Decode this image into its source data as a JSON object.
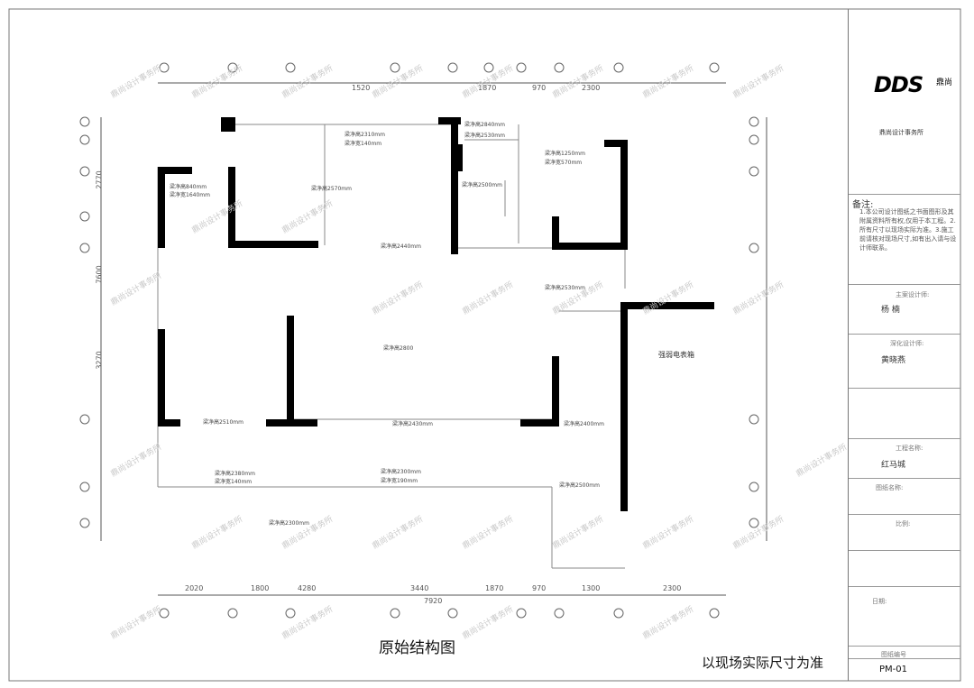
{
  "drawing": {
    "title": "原始结构图",
    "note": "以现场实际尺寸为准",
    "sheet_no": "PM-01",
    "watermark": "鼎尚设计事务所"
  },
  "top_dimensions": [
    "1520",
    "1870",
    "970",
    "2300"
  ],
  "bottom_dimensions": [
    "2020",
    "1800",
    "4280",
    "3440",
    "7920",
    "1870",
    "970",
    "1300",
    "2300"
  ],
  "left_dimensions": [
    "2770",
    "3270",
    "7600"
  ],
  "beams": [
    "梁净高2310mm",
    "梁净宽140mm",
    "梁净高2840mm",
    "梁净高2530mm",
    "梁净高840mm",
    "梁净宽1640mm",
    "梁净高2570mm",
    "梁净高2500mm",
    "梁净高1250mm",
    "梁净宽570mm",
    "梁净高2440mm",
    "梁净高2800",
    "梁净高2530mm",
    "梁净高2400mm",
    "梁净高2510mm",
    "梁净高2430mm",
    "梁净高2380mm",
    "梁净宽140mm",
    "梁净高2300mm",
    "梁净宽190mm",
    "梁净高2500mm",
    "梁净高2300mm"
  ],
  "labels": {
    "meter_box": "强弱电表箱"
  },
  "title_block": {
    "logo": "DDS",
    "logo_side": "鼎尚",
    "company": "鼎尚设计事务所",
    "remarks_label": "备注:",
    "remarks_text": "1.本公司设计图纸之书面图形及其附属资料所有权,仅用于本工程。2.所有尺寸以现场实际为准。3.施工前请核对现场尺寸,如有出入请与设计师联系。",
    "main_designer_label": "主案设计师:",
    "main_designer_value": "杨 楠",
    "deep_designer_label": "深化设计师:",
    "deep_designer_value": "黄晓燕",
    "project_label": "工程名称:",
    "project_value": "红马城",
    "drawing_name_label": "图纸名称:",
    "scale_label": "比例:",
    "date_label": "日期:",
    "sheet_no_label": "图纸编号"
  }
}
